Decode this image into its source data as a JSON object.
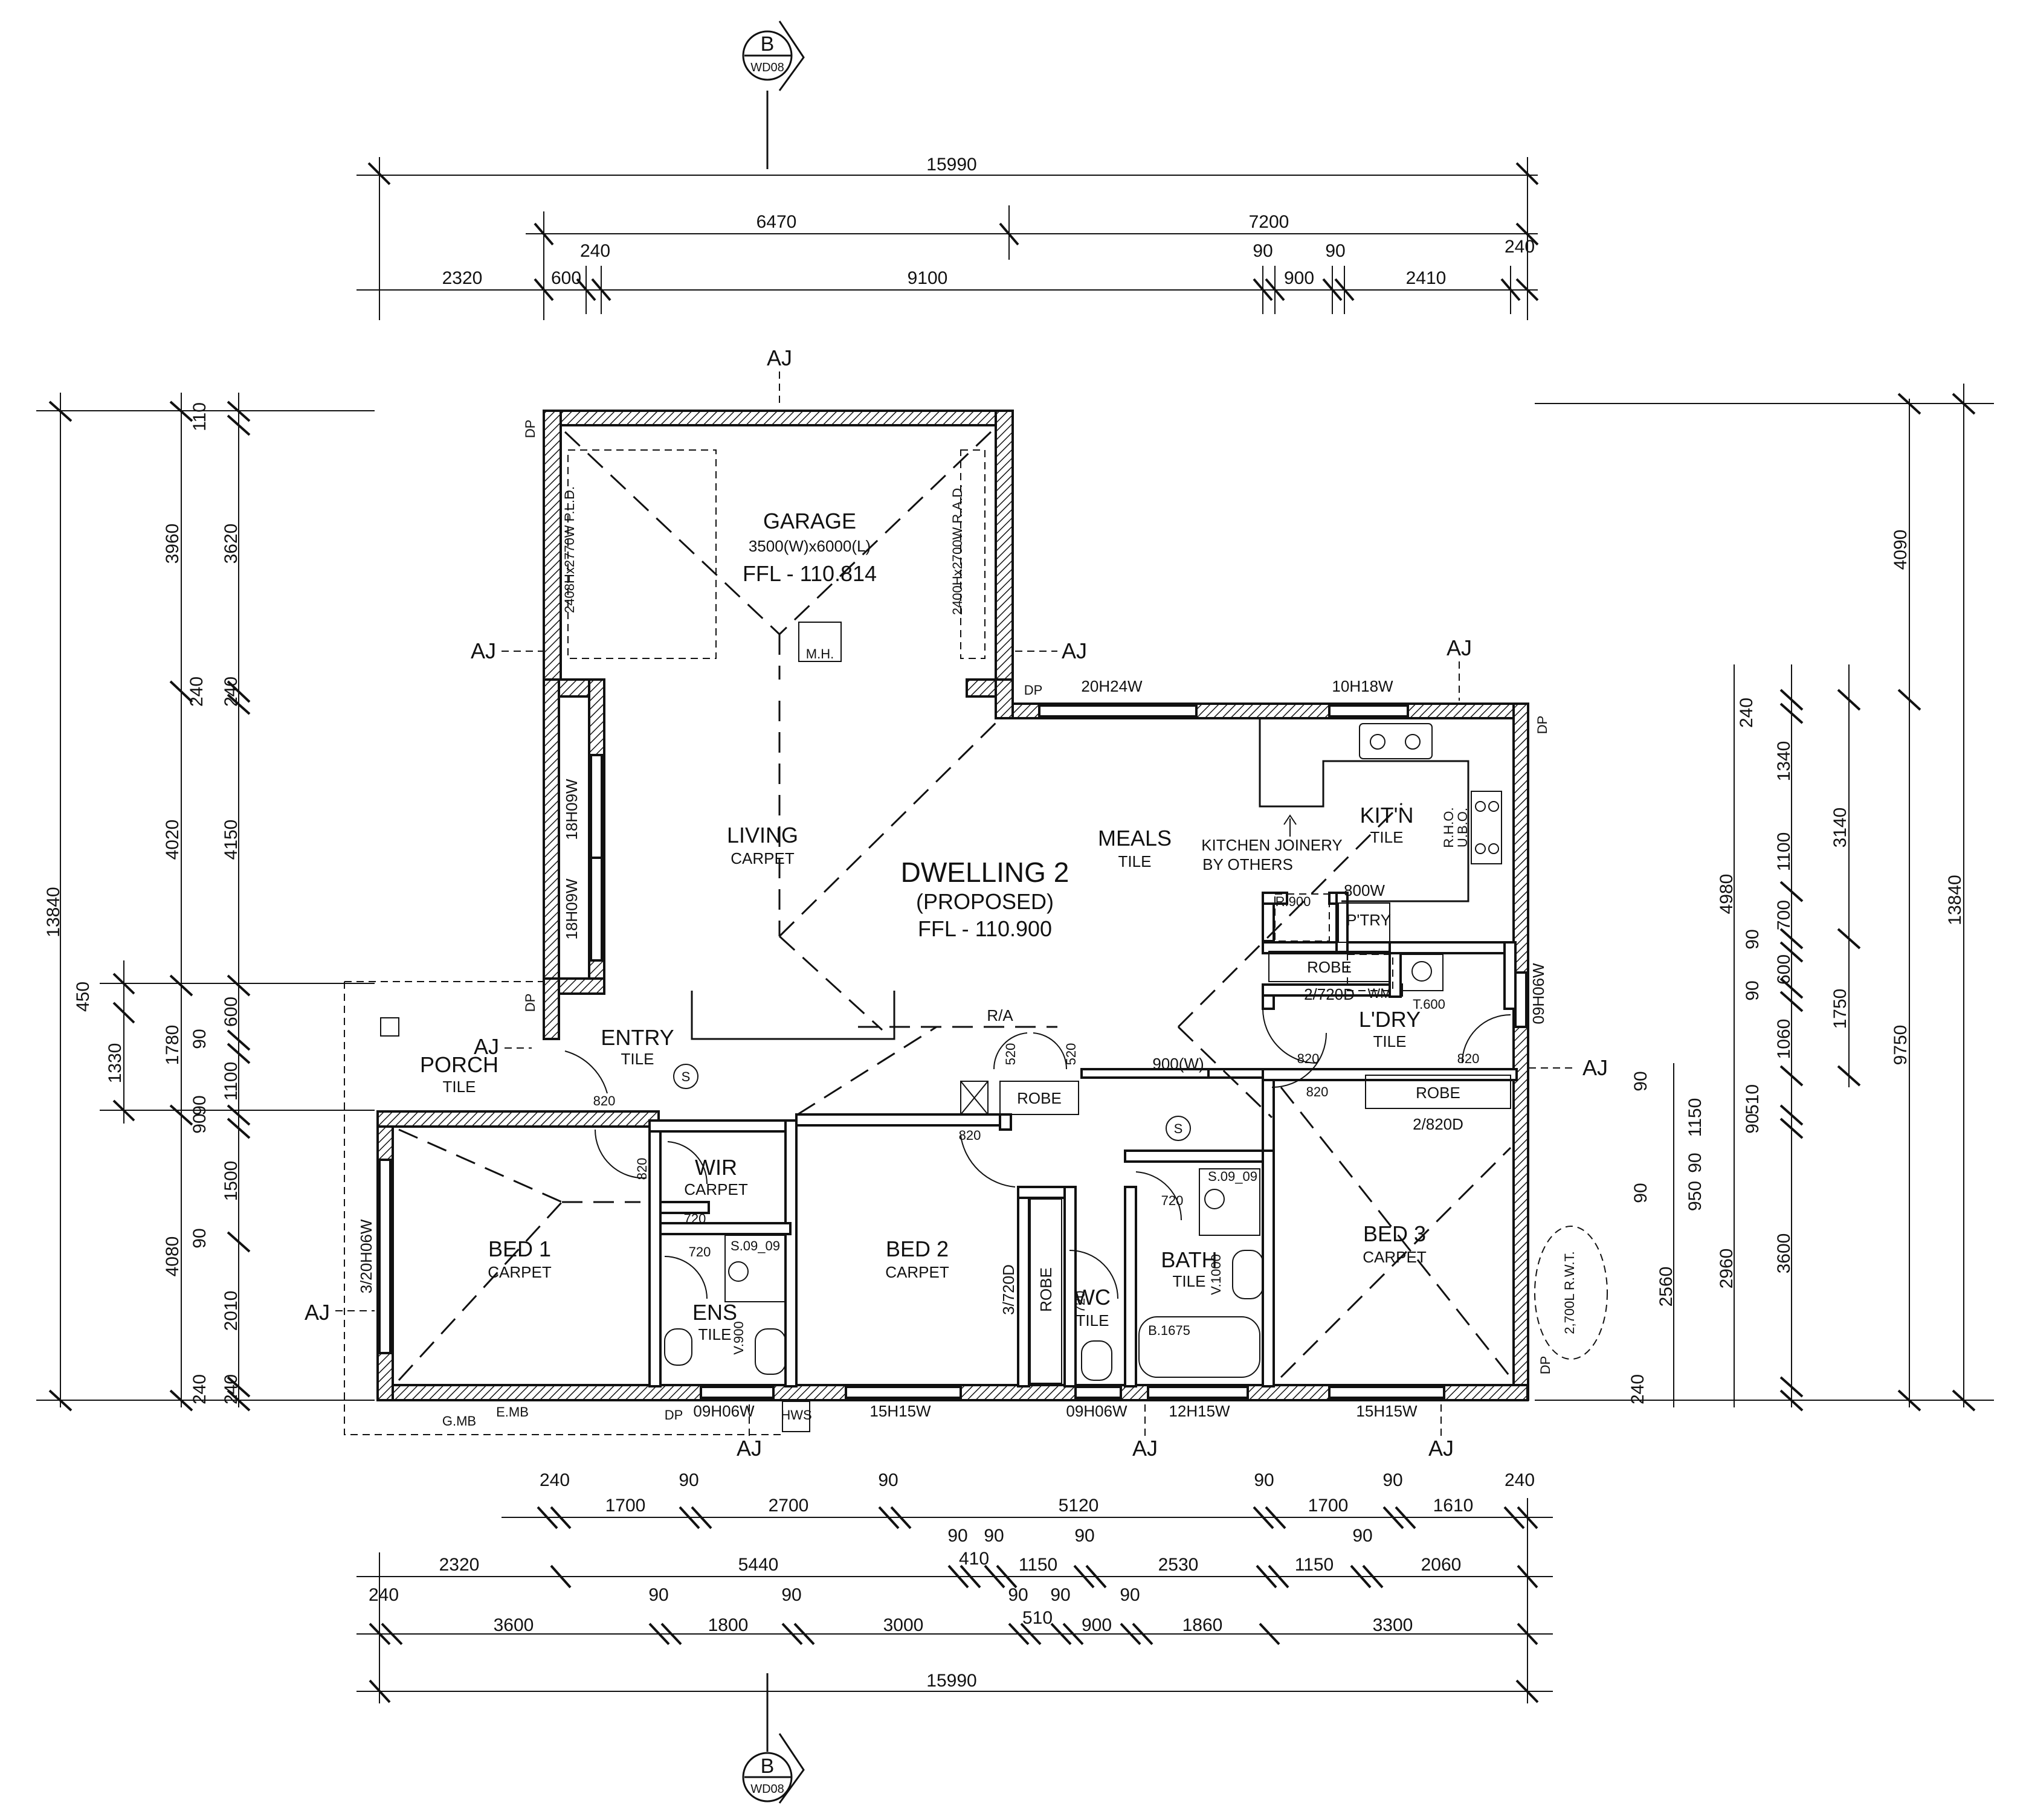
{
  "plan": {
    "title": "DWELLING 2",
    "subtitle": "(PROPOSED)",
    "ffl": "FFL - 110.900",
    "section_marker": {
      "letter": "B",
      "ref": "WD08"
    }
  },
  "garage": {
    "name": "GARAGE",
    "size": "3500(W)x6000(L)",
    "ffl": "FFL - 110.814",
    "door_left": "2408Hx2770W P.L.D.",
    "door_right": "2400Hx2700W R.A.D.",
    "mh": "M.H."
  },
  "rooms": {
    "living": {
      "name": "LIVING",
      "finish": "CARPET"
    },
    "meals": {
      "name": "MEALS",
      "finish": "TILE"
    },
    "kitchen": {
      "name": "KIT'N",
      "finish": "TILE"
    },
    "kitchen_note_1": "KITCHEN JOINERY",
    "kitchen_note_2": "BY OTHERS",
    "entry": {
      "name": "ENTRY",
      "finish": "TILE"
    },
    "porch": {
      "name": "PORCH",
      "finish": "TILE"
    },
    "bed1": {
      "name": "BED 1",
      "finish": "CARPET"
    },
    "bed2": {
      "name": "BED 2",
      "finish": "CARPET"
    },
    "bed3": {
      "name": "BED 3",
      "finish": "CARPET"
    },
    "wir": {
      "name": "WIR",
      "finish": "CARPET"
    },
    "ens": {
      "name": "ENS",
      "finish": "TILE"
    },
    "bath": {
      "name": "BATH",
      "finish": "TILE"
    },
    "wc": {
      "name": "WC",
      "finish": "TILE"
    },
    "ldry": {
      "name": "L'DRY",
      "finish": "TILE"
    },
    "ptry": {
      "name": "P'TRY"
    }
  },
  "fixtures": {
    "robe": "ROBE",
    "robe_2720": "2/720D",
    "robe_2820": "2/820D",
    "robe_3720": "3/720D",
    "sh_ens": "S.09_09",
    "sh_bath": "S.09_09",
    "bath_tub": "B.1675",
    "vanity_ens": "V.900",
    "vanity_bath": "V.1000",
    "tub_ldry": "T.600",
    "fridge": "R.900",
    "shelves_800": "800W",
    "oven": "R.H.O.",
    "ubo": "U.B.O.",
    "ra": "R/A",
    "opening_900": "900(W)",
    "rwt": "2,700L R.W.T.",
    "gmb": "G.MB",
    "emb": "E.MB",
    "hws": "HWS",
    "dp": "DP",
    "wm": "WM",
    "smoke": "S"
  },
  "windows": {
    "w_20h24w": "20H24W",
    "w_10h18w": "10H18W",
    "w_18h09w_a": "18H09W",
    "w_18h09w_b": "18H09W",
    "w_3_20h06w": "3/20H06W",
    "w_09h06w_ens": "09H06W",
    "w_15h15w_bed2": "15H15W",
    "w_09h06w_wc": "09H06W",
    "w_12h15w": "12H15W",
    "w_15h15w_bed3": "15H15W",
    "w_09h06w_ldry": "09H06W"
  },
  "doors": {
    "d820": "820",
    "d720": "720",
    "d520": "520"
  },
  "dims_top": {
    "overall": "15990",
    "r2a": "6470",
    "r2b": "7200",
    "r3a": "240",
    "r3b": "90",
    "r3c": "90",
    "r3d": "240",
    "r4a": "2320",
    "r4b": "600",
    "r4c": "9100",
    "r4d": "900",
    "r4e": "2410"
  },
  "dims_bottom": {
    "r1": [
      "240",
      "1700",
      "90",
      "2700",
      "90",
      "5120",
      "90",
      "1700",
      "90",
      "1610",
      "240"
    ],
    "r2": [
      "2320",
      "5440",
      "90",
      "410",
      "90",
      "1150",
      "90",
      "2530",
      "1150",
      "90",
      "2060"
    ],
    "r3": [
      "240",
      "3600",
      "90",
      "1800",
      "90",
      "3000",
      "90",
      "510",
      "90",
      "900",
      "90",
      "1860",
      "3300"
    ],
    "overall": "15990"
  },
  "dims_left": {
    "overall": "13840",
    "c2": [
      "3960",
      "240",
      "4020",
      "1780",
      "90",
      "4080",
      "240"
    ],
    "c3": [
      "110",
      "3620",
      "240",
      "4150",
      "600",
      "90",
      "1100",
      "90",
      "1500",
      "90",
      "2010",
      "240"
    ],
    "c1": [
      "450",
      "1330"
    ]
  },
  "dims_right": {
    "overall": "13840",
    "c1": [
      "4090",
      "9750"
    ],
    "c2": [
      "240",
      "1340",
      "1100",
      "700",
      "90",
      "600",
      "90",
      "1060",
      "510",
      "90",
      "3600",
      "240"
    ],
    "c3": [
      "3140",
      "1750",
      "510"
    ],
    "c4": [
      "4980",
      "90",
      "1150",
      "90",
      "950",
      "2960",
      "90",
      "2560"
    ]
  },
  "aj": "AJ"
}
